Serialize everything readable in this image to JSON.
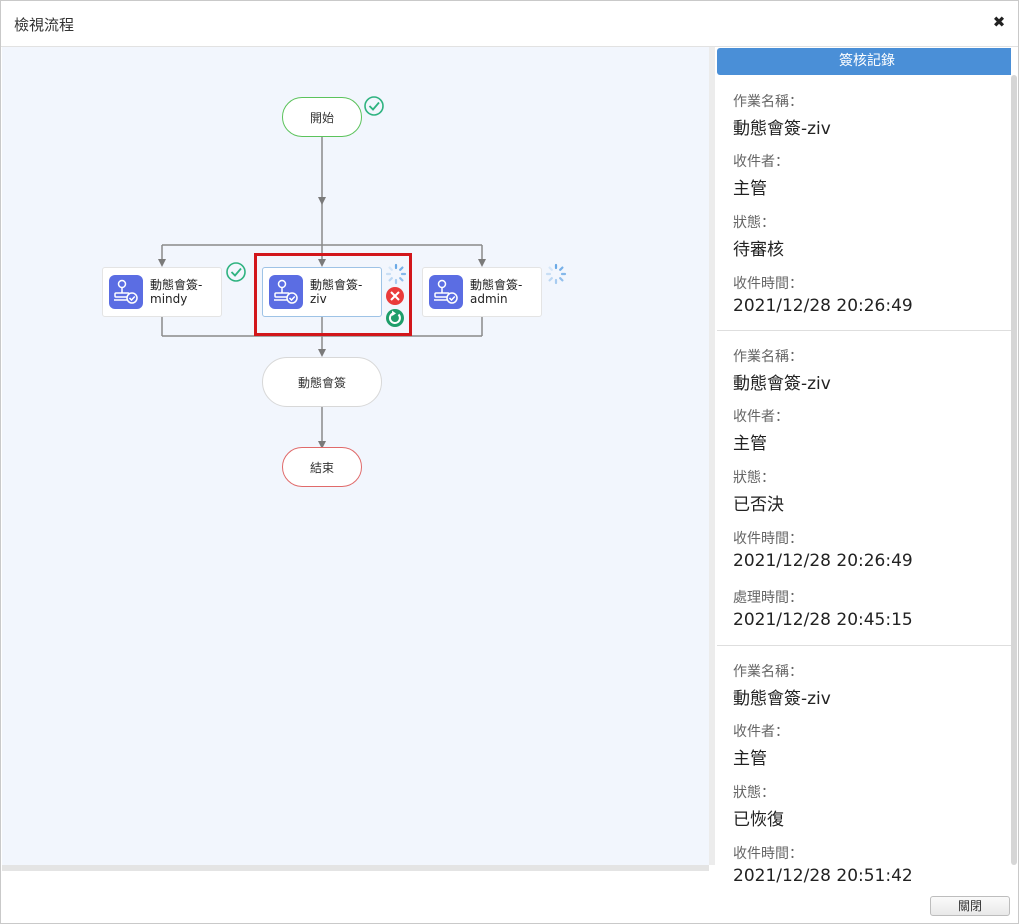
{
  "dialog": {
    "title": "檢視流程",
    "close_icon": "close-icon",
    "close_button_label": "關閉"
  },
  "flow": {
    "start_label": "開始",
    "end_label": "結束",
    "merge_label": "動態會簽",
    "tasks": [
      {
        "line1": "動態會簽-",
        "line2": "mindy",
        "status": "done"
      },
      {
        "line1": "動態會簽-",
        "line2": "ziv",
        "status": "pending"
      },
      {
        "line1": "動態會簽-",
        "line2": "admin",
        "status": "pending"
      }
    ],
    "colors": {
      "done": "#2fb380",
      "reject": "#ea3b3b",
      "resume": "#1e9e6a",
      "spinner": "#6aa9e6",
      "task_icon": "#5b6de3"
    }
  },
  "panel": {
    "title": "簽核記錄",
    "labels": {
      "task": "作業名稱：",
      "receiver": "收件者：",
      "status": "狀態：",
      "received": "收件時間：",
      "processed": "處理時間："
    },
    "records": [
      {
        "task": "動態會簽-ziv",
        "receiver": "主管",
        "status": "待審核",
        "received": "2021/12/28 20:26:49"
      },
      {
        "task": "動態會簽-ziv",
        "receiver": "主管",
        "status": "已否決",
        "received": "2021/12/28 20:26:49",
        "processed": "2021/12/28 20:45:15"
      },
      {
        "task": "動態會簽-ziv",
        "receiver": "主管",
        "status": "已恢復",
        "received": "2021/12/28 20:51:42"
      }
    ]
  }
}
